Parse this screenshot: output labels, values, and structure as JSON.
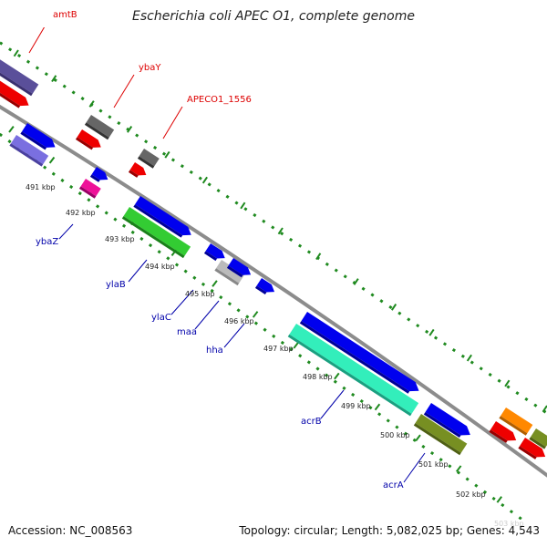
{
  "title": "Escherichia coli APEC O1, complete genome",
  "footer": {
    "accession": "Accession: NC_008563",
    "stats": "Topology: circular; Length: 5,082,025 bp; Genes: 4,543"
  },
  "colors": {
    "backbone": "#8c8c8c",
    "ticks": "#1f8a1f",
    "label_red": "#dd0000",
    "label_blue": "#0000aa"
  },
  "kbp_labels": [
    "491 kbp",
    "492 kbp",
    "493 kbp",
    "494 kbp",
    "495 kbp",
    "496 kbp",
    "497 kbp",
    "498 kbp",
    "499 kbp",
    "500 kbp",
    "501 kbp",
    "502 kbp",
    "503 kbp"
  ],
  "gene_labels": {
    "red": [
      "amtB",
      "ybaY",
      "APECO1_1556"
    ],
    "blue": [
      "ybaZ",
      "ylaB",
      "ylaC",
      "maa",
      "hha",
      "acrB",
      "acrA"
    ]
  }
}
